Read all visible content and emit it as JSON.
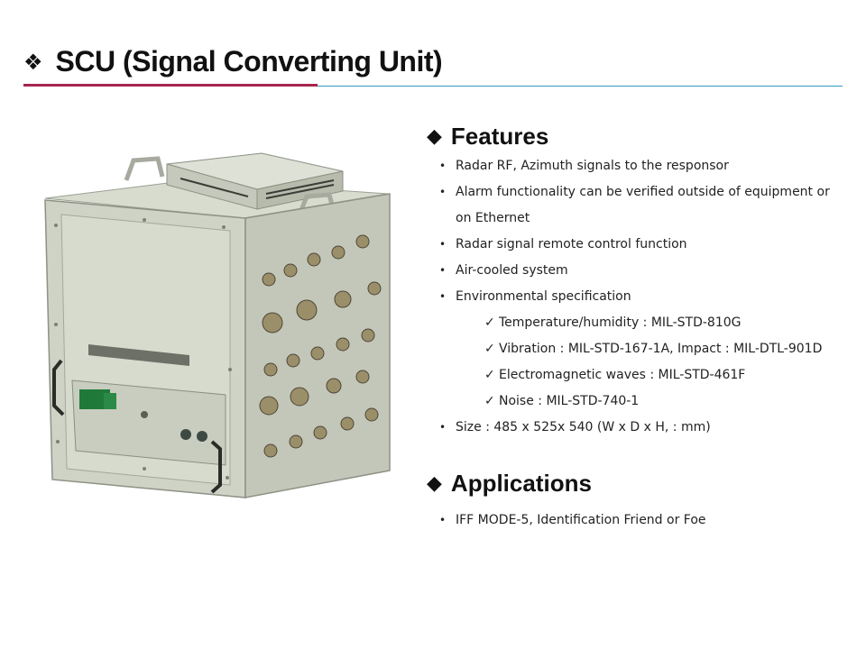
{
  "header": {
    "icon": "four-diamond-icon",
    "title": "SCU (Signal Converting Unit)",
    "accent_red": "#a8244e",
    "accent_blue": "#2e9bbf"
  },
  "features": {
    "heading": "Features",
    "bullet": "•",
    "check": "✓",
    "items": [
      "Radar RF, Azimuth signals to the responsor",
      "Alarm functionality can be verified outside of equipment or",
      "on Ethernet",
      "Radar signal remote control function",
      "Air-cooled system",
      "Environmental specification",
      "Temperature/humidity : MIL-STD-810G",
      "Vibration   : MIL-STD-167-1A, Impact   : MIL-DTL-901D",
      "Electromagnetic waves   : MIL-STD-461F",
      "Noise : MIL-STD-740-1",
      "Size : 485 x 525x 540 (W x D x H, : mm)"
    ]
  },
  "applications": {
    "heading": "Applications",
    "items": [
      "IFF MODE-5, Identification Friend or Foe"
    ]
  }
}
